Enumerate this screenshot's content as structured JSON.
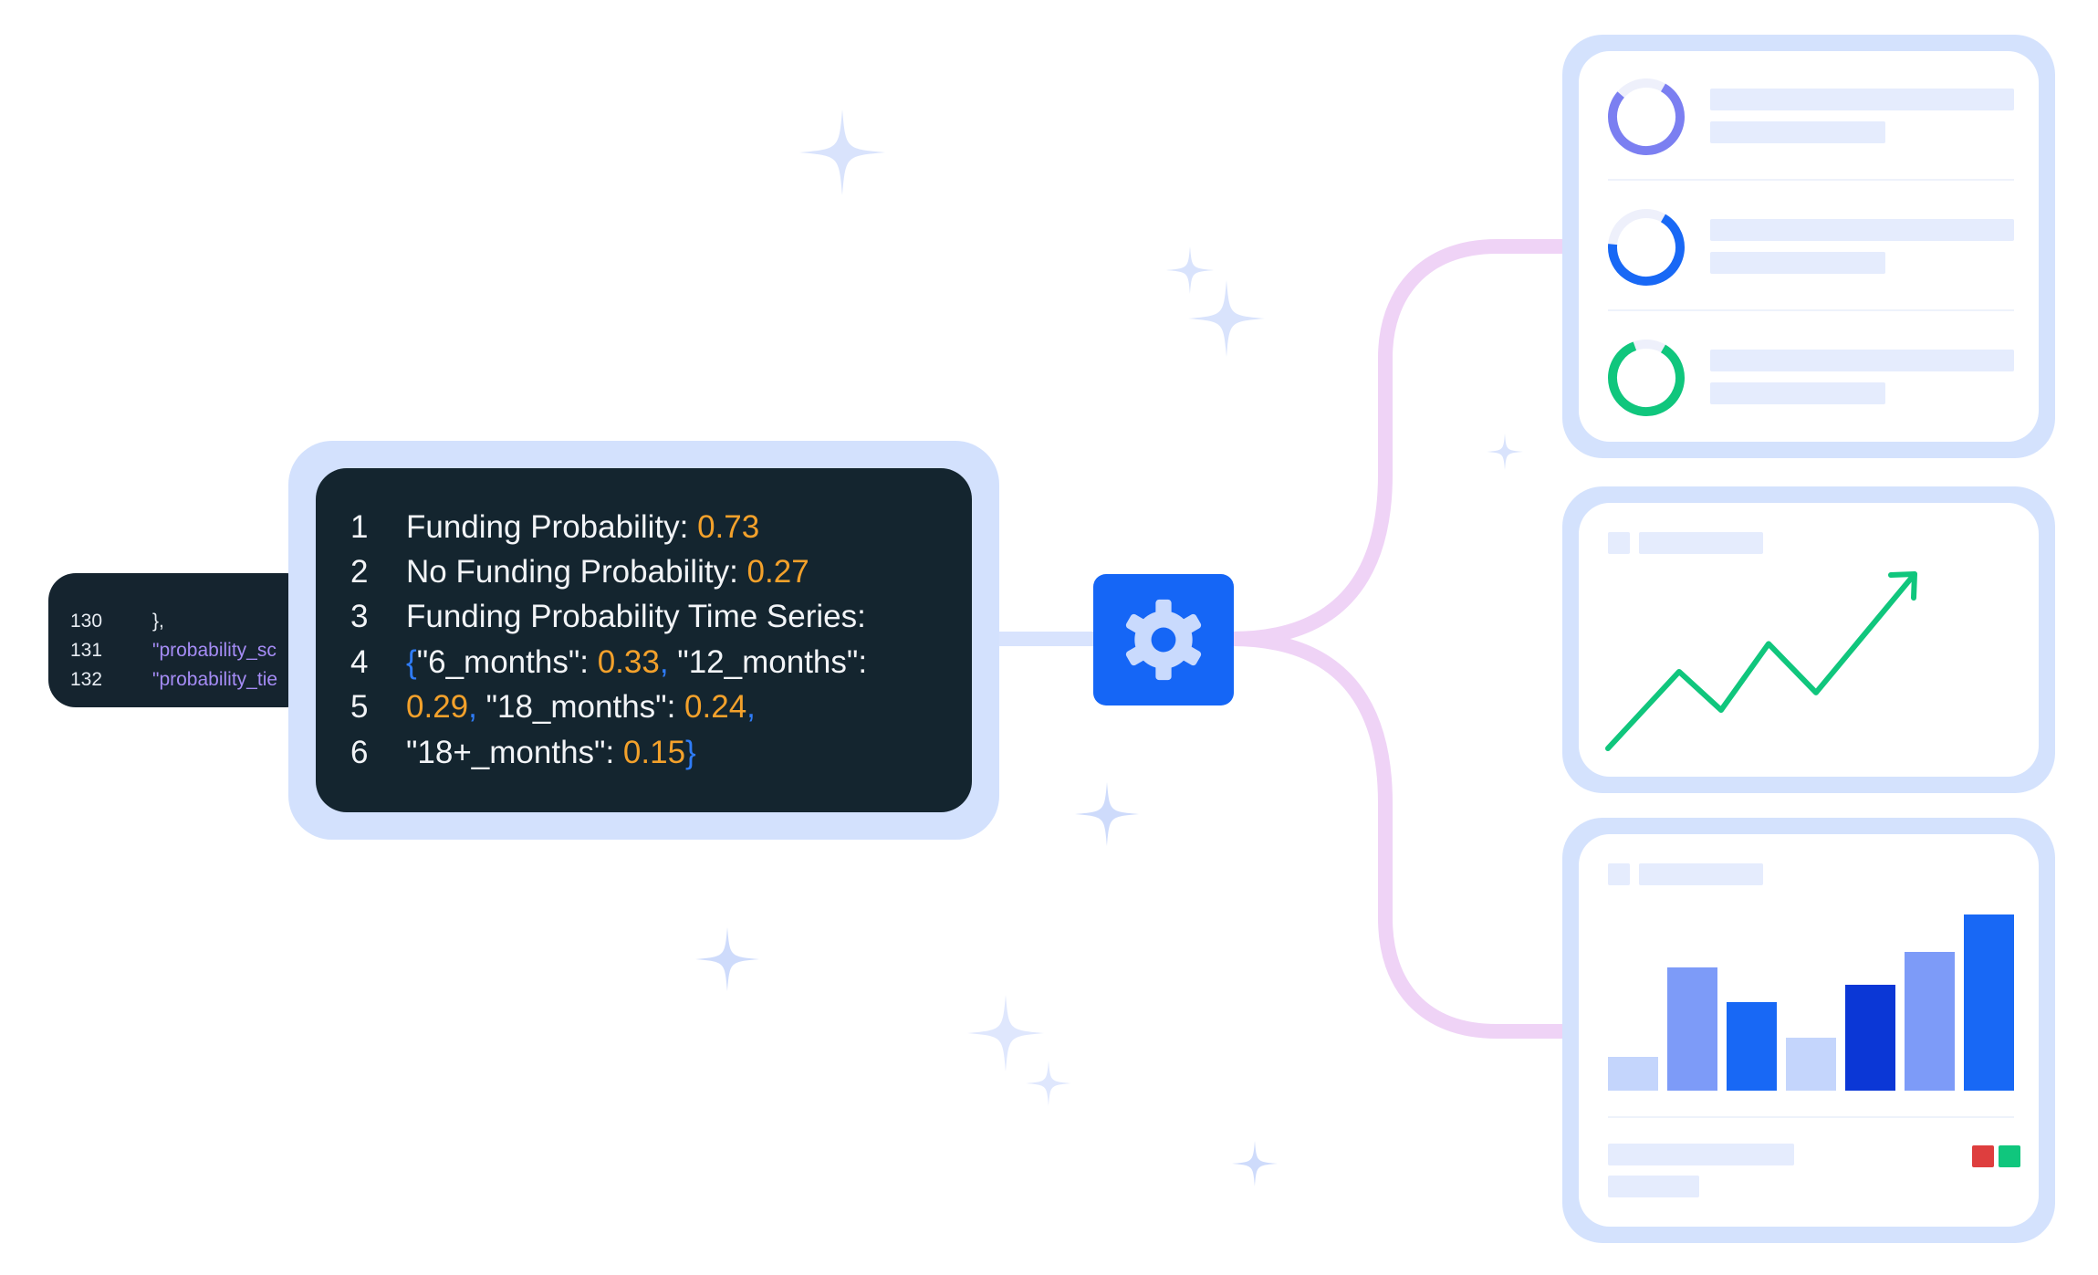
{
  "code_snippet": {
    "lines": [
      {
        "num": "130",
        "text": "},"
      },
      {
        "num": "131",
        "text": "\"probability_sc"
      },
      {
        "num": "132",
        "text": "\"probability_tie"
      }
    ]
  },
  "code_panel": {
    "lines": [
      {
        "num": "1",
        "parts": [
          {
            "t": "Funding Probability: ",
            "c": "white"
          },
          {
            "t": "0.73",
            "c": "orange"
          }
        ]
      },
      {
        "num": "2",
        "parts": [
          {
            "t": "No Funding Probability: ",
            "c": "white"
          },
          {
            "t": "0.27",
            "c": "orange"
          }
        ]
      },
      {
        "num": "3",
        "parts": [
          {
            "t": "Funding Probability Time Series:",
            "c": "white"
          }
        ]
      },
      {
        "num": "4",
        "parts": [
          {
            "t": "{",
            "c": "blue"
          },
          {
            "t": "\"6_months\": ",
            "c": "white"
          },
          {
            "t": "0.33",
            "c": "orange"
          },
          {
            "t": ", ",
            "c": "blue"
          },
          {
            "t": "\"12_months\":",
            "c": "white"
          }
        ]
      },
      {
        "num": "5",
        "parts": [
          {
            "t": "0.29",
            "c": "orange"
          },
          {
            "t": ", ",
            "c": "blue"
          },
          {
            "t": "\"18_months\": ",
            "c": "white"
          },
          {
            "t": "0.24",
            "c": "orange"
          },
          {
            "t": ",",
            "c": "blue"
          }
        ]
      },
      {
        "num": "6",
        "parts": [
          {
            "t": "\"18+_months\": ",
            "c": "white"
          },
          {
            "t": "0.15",
            "c": "orange"
          },
          {
            "t": "}",
            "c": "blue"
          }
        ]
      }
    ]
  },
  "gear_button": {
    "icon": "gear-icon"
  },
  "cards": {
    "donut_card": {
      "donuts": [
        {
          "color": "#7b7ff1",
          "fraction": 0.78
        },
        {
          "color": "#1868f5",
          "fraction": 0.68
        },
        {
          "color": "#10c67d",
          "fraction": 0.86
        }
      ]
    },
    "line_card": {
      "color": "#10c67d",
      "values": [
        0,
        0.44,
        0.22,
        0.6,
        0.32,
        1.0
      ]
    },
    "bar_card": {
      "values": [
        0.19,
        0.7,
        0.5,
        0.3,
        0.6,
        0.79,
        1.0
      ],
      "colors": [
        "#c4d5fc",
        "#7d9bf8",
        "#1868f5",
        "#c4d5fc",
        "#0b37d6",
        "#7d9bf8",
        "#1868f5"
      ],
      "legend_colors": [
        "#de3e3e",
        "#10c67d"
      ]
    }
  },
  "colors": {
    "panel_dark": "#14252f",
    "accent_blue": "#1566f6",
    "connector_pink": "#efd3f6",
    "connector_blue": "#d8e3fd",
    "sparkle": "#c9d7fb"
  }
}
